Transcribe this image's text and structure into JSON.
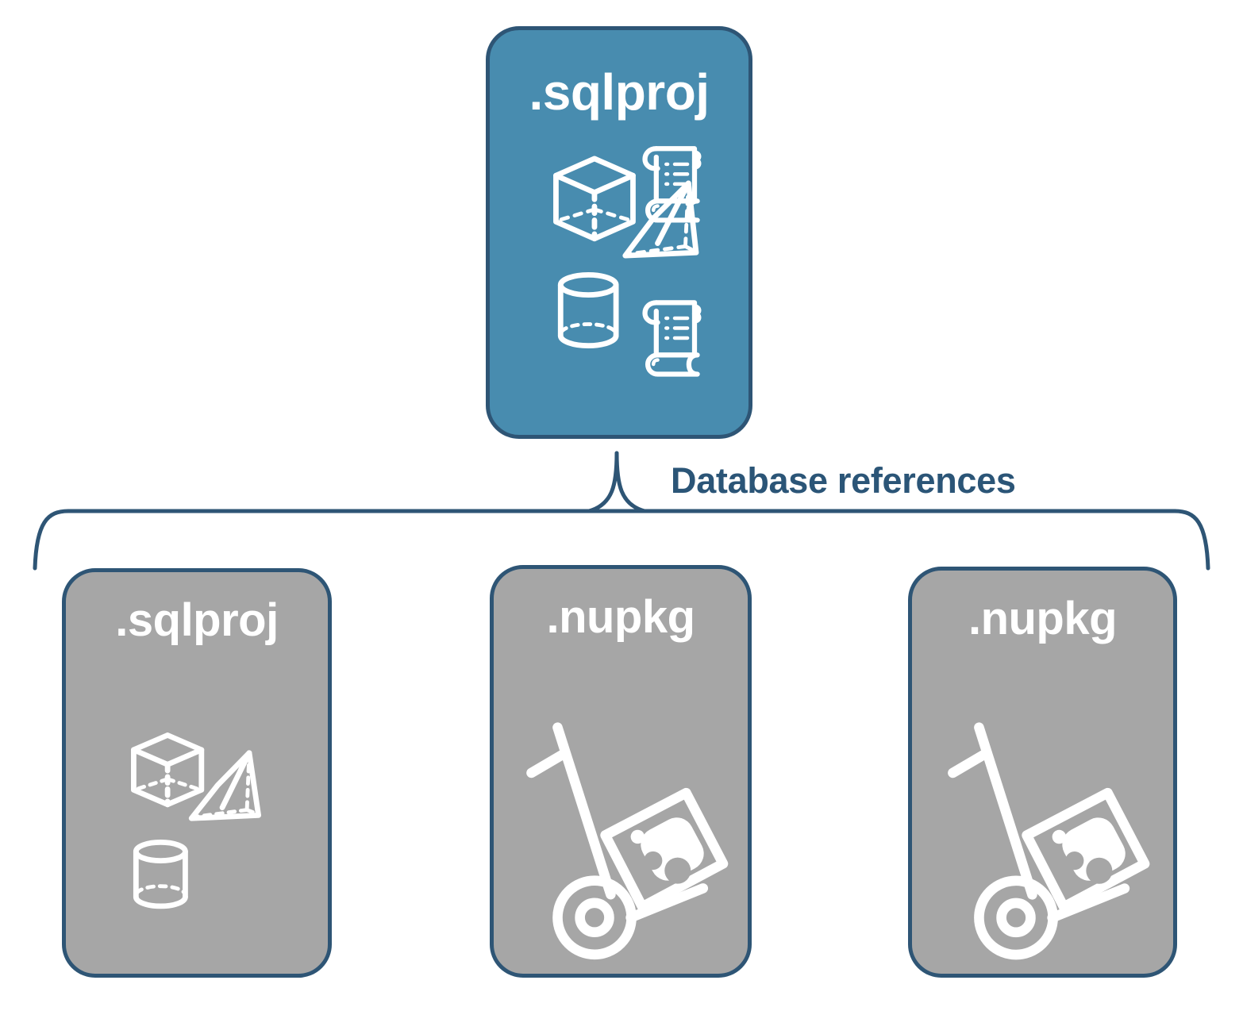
{
  "diagram": {
    "title": "Database references",
    "colors": {
      "primary_fill": "#488caf",
      "secondary_fill": "#a6a6a6",
      "stroke": "#2e5575",
      "label_text": "#ffffff",
      "caption_text": "#2b5577",
      "background": "#ffffff"
    },
    "connector": {
      "label": "Database references",
      "style": "curly-brace",
      "direction": "one-to-many"
    },
    "parent": {
      "label": ".sqlproj",
      "kind": "sql-project",
      "icons": [
        "cube-icon",
        "scroll-icon",
        "pyramid-icon",
        "cylinder-icon",
        "scroll-icon"
      ]
    },
    "children": [
      {
        "label": ".sqlproj",
        "kind": "sql-project",
        "icons": [
          "cube-icon",
          "pyramid-icon",
          "cylinder-icon"
        ]
      },
      {
        "label": ".nupkg",
        "kind": "nuget-package",
        "icons": [
          "hand-truck-package-icon"
        ]
      },
      {
        "label": ".nupkg",
        "kind": "nuget-package",
        "icons": [
          "hand-truck-package-icon"
        ]
      }
    ]
  }
}
